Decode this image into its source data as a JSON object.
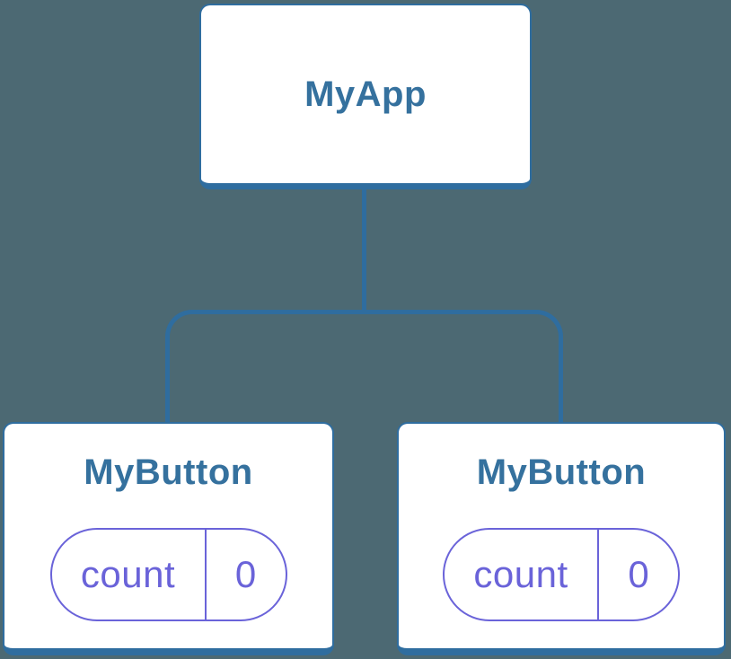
{
  "colors": {
    "page_background": "#4C6973",
    "card_background": "#FFFFFF",
    "connector": "#2F6D9F",
    "component_label": "#35719E",
    "state": "#6A63D9"
  },
  "diagram": {
    "root": {
      "label": "MyApp"
    },
    "children": [
      {
        "label": "MyButton",
        "state": {
          "key": "count",
          "value": "0"
        }
      },
      {
        "label": "MyButton",
        "state": {
          "key": "count",
          "value": "0"
        }
      }
    ]
  }
}
